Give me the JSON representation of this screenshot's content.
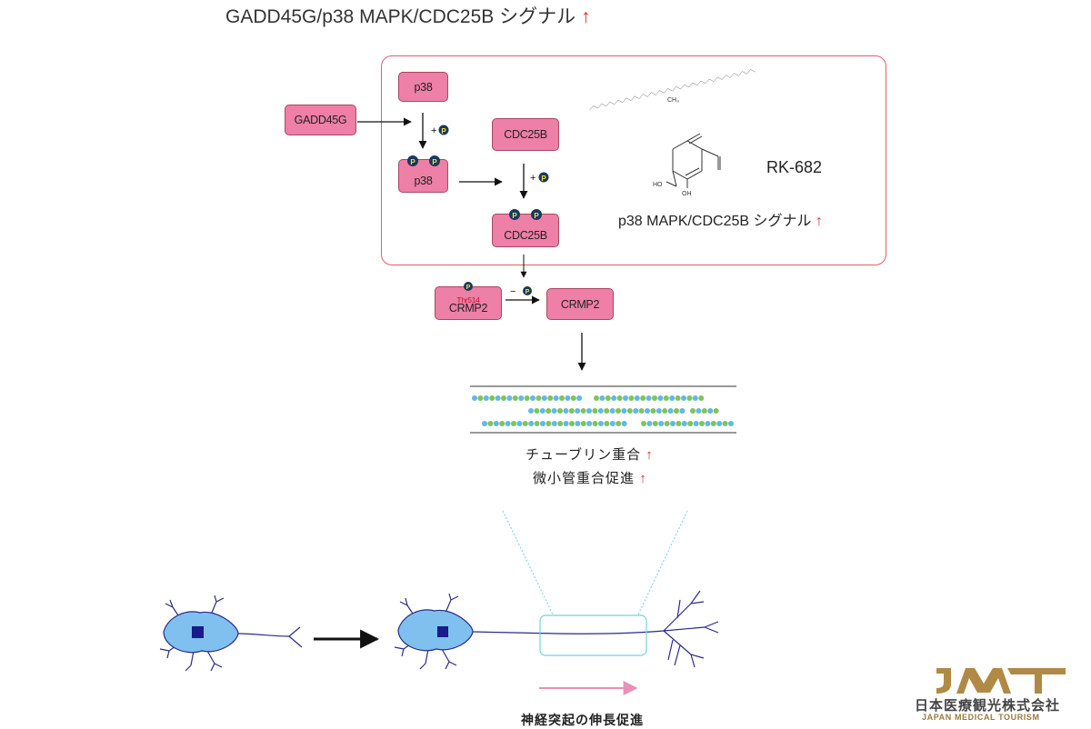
{
  "title": {
    "text": "GADD45G/p38 MAPK/CDC25B シグナル",
    "arrow": "↑"
  },
  "nodes": {
    "gadd45g": "GADD45G",
    "p38": "p38",
    "p38_p": "p38",
    "cdc25b": "CDC25B",
    "cdc25b_p": "CDC25B",
    "crmp2_p": "CRMP2",
    "crmp2_p_site": "Thr514",
    "crmp2": "CRMP2"
  },
  "phospho": {
    "symbol": "P",
    "plus": "+",
    "minus": "−"
  },
  "compound": {
    "name": "RK-682",
    "signal": "p38 MAPK/CDC25B シグナル",
    "arrow": "↑",
    "atoms": {
      "ch3": "CH₃",
      "ho": "HO",
      "oh": "OH"
    }
  },
  "effects": {
    "tubulin": "チューブリン重合",
    "microtubule": "微小管重合促進",
    "arrow": "↑"
  },
  "neurite": {
    "label": "神経突起の伸長促進"
  },
  "logo": {
    "mark": "JMT",
    "name": "日本医療観光株式会社",
    "sub": "JAPAN MEDICAL TOURISM"
  },
  "colors": {
    "box": "#ee7fa6",
    "frame": "#e0606a",
    "up": "#e0282a",
    "neuron": "#7fc0ee",
    "neuron_edge": "#2b2b8a",
    "mt_blue": "#62b8e6",
    "mt_green": "#7ec45a",
    "highlight": "#6fd4e0",
    "growth_arrow": "#e890b6",
    "logo_gold": "#b08a45"
  }
}
